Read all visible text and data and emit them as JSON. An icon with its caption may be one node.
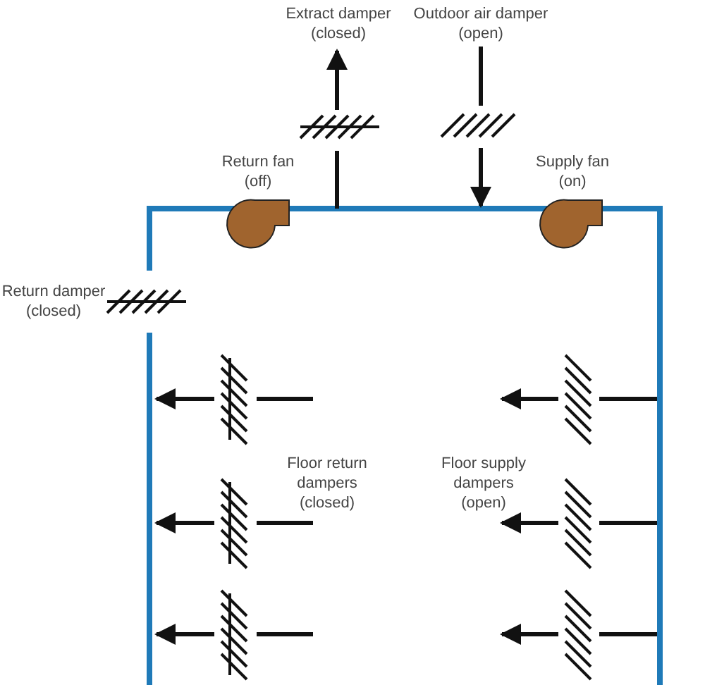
{
  "diagram": {
    "labels": [
      "Extract damper (closed)",
      "Outdoor air damper (open)",
      "Return fan (off)",
      "Supply fan (on)",
      "Return damper (closed)",
      "Floor return dampers (closed)",
      "Floor supply dampers (open)"
    ]
  }
}
